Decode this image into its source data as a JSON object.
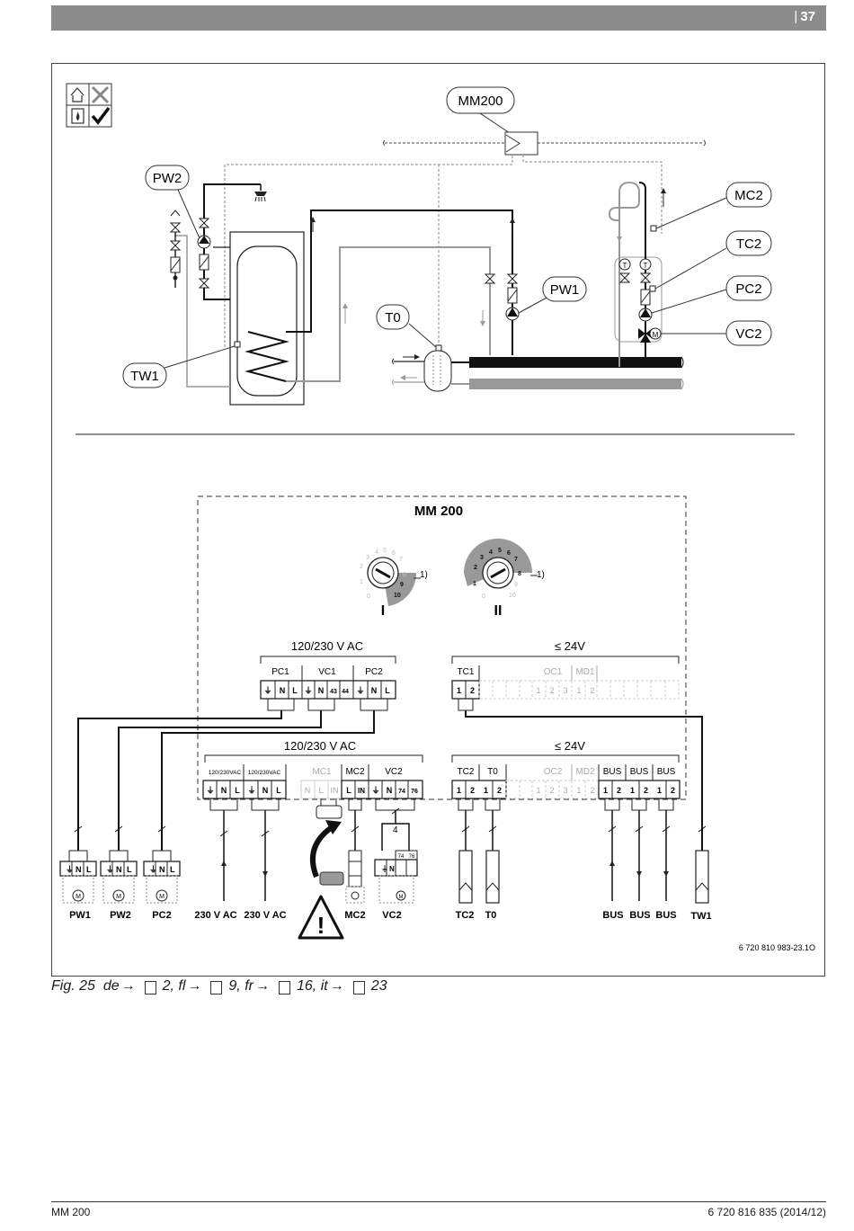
{
  "header": {
    "page_number": "37"
  },
  "hydraulic": {
    "labels": {
      "mm200": "MM200",
      "pw2": "PW2",
      "mc2": "MC2",
      "tc2": "TC2",
      "pw1": "PW1",
      "pc2": "PC2",
      "t0": "T0",
      "vc2": "VC2",
      "tw1": "TW1"
    },
    "sensor_t": "T",
    "motor_m": "M"
  },
  "wiring": {
    "title": "MM 200",
    "switch1": {
      "numbers": [
        "0",
        "1",
        "2",
        "3",
        "4",
        "5",
        "6",
        "7",
        "8",
        "9",
        "10"
      ],
      "label": "I",
      "note": "1)"
    },
    "switch2": {
      "numbers": [
        "0",
        "1",
        "2",
        "3",
        "4",
        "5",
        "6",
        "7",
        "8",
        "9",
        "10"
      ],
      "label": "II",
      "note": "1)"
    },
    "upper_voltage_left": "120/230 V AC",
    "upper_voltage_right": "≤ 24V",
    "upper_groups_left": [
      "PC1",
      "VC1",
      "PC2"
    ],
    "upper_terms_pc1": [
      "⏚",
      "N",
      "L"
    ],
    "upper_terms_vc1": [
      "⏚",
      "N",
      "43",
      "44"
    ],
    "upper_terms_pc2": [
      "⏚",
      "N",
      "L"
    ],
    "upper_groups_right": [
      "TC1",
      "OC1",
      "MD1"
    ],
    "upper_terms_tc1": [
      "1",
      "2"
    ],
    "upper_terms_oc1md1": [
      "1",
      "2",
      "3",
      "1",
      "2"
    ],
    "lower_voltage_left": "120/230 V AC",
    "lower_voltage_right": "≤ 24V",
    "lower_groups_left": [
      "120/230VAC",
      "120/230VAC",
      "MC1",
      "MC2",
      "VC2"
    ],
    "lower_terms_pwr1": [
      "⏚",
      "N",
      "L"
    ],
    "lower_terms_pwr2": [
      "⏚",
      "N",
      "L"
    ],
    "lower_terms_mc1": [
      "N",
      "L",
      "IN"
    ],
    "lower_terms_mc2": [
      "L",
      "IN"
    ],
    "lower_terms_vc2": [
      "⏚",
      "N",
      "74",
      "76"
    ],
    "lower_groups_right": [
      "TC2",
      "T0",
      "OC2",
      "MD2",
      "BUS",
      "BUS",
      "BUS"
    ],
    "lower_terms_tc2": [
      "1",
      "2"
    ],
    "lower_terms_t0": [
      "1",
      "2"
    ],
    "lower_terms_oc2md2": [
      "1",
      "2",
      "3",
      "1",
      "2"
    ],
    "lower_terms_bus": [
      "1",
      "2",
      "1",
      "2",
      "1",
      "2"
    ],
    "vc2_count": "4",
    "vc2_small_terms": [
      "74",
      "76"
    ],
    "device_terms": [
      "⏚",
      "N",
      "L"
    ],
    "bottom_labels": [
      "PW1",
      "PW2",
      "PC2",
      "230 V AC",
      "230 V AC",
      "MC2",
      "VC2",
      "TC2",
      "T0",
      "BUS",
      "BUS",
      "BUS",
      "TW1"
    ],
    "warning": "!",
    "code": "6 720 810 983-23.1O"
  },
  "caption": {
    "fig": "Fig. 25",
    "de": "de",
    "de_page": "2,",
    "fl": "fl",
    "fl_page": "9,",
    "fr": "fr",
    "fr_page": "16,",
    "it": "it",
    "it_page": "23"
  },
  "footer": {
    "left": "MM 200",
    "right": "6 720 816 835 (2014/12)"
  }
}
